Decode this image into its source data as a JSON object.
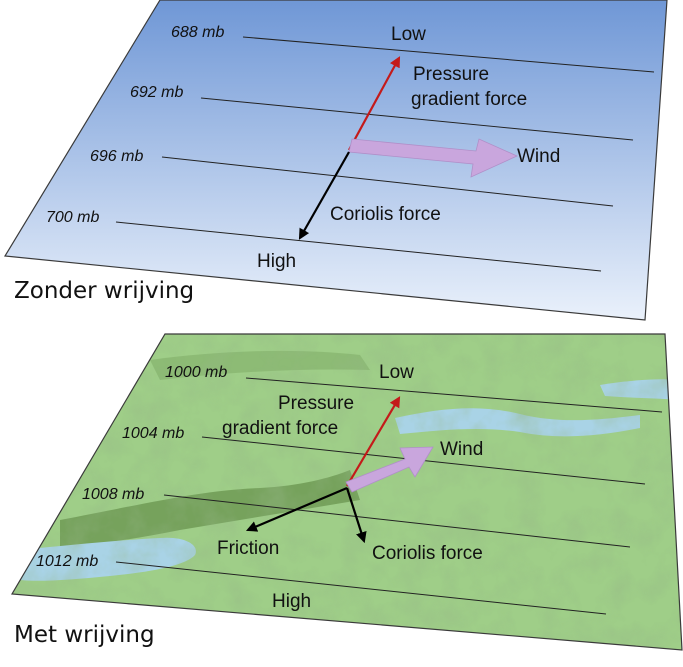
{
  "colors": {
    "sky_plane_top": "#6f97d6",
    "sky_plane_bottom": "#eaf1fb",
    "terrain_base": "#9fce88",
    "terrain_dark": "#4f7a3e",
    "water": "#a9d3e6",
    "pressure_arrow": "#c41a1a",
    "wind_arrow": "#c9a6dd",
    "black_arrow": "#000000"
  },
  "top_panel": {
    "caption": "Zonder wrijving",
    "isobars": [
      "688 mb",
      "692 mb",
      "696 mb",
      "700 mb"
    ],
    "low_label": "Low",
    "high_label": "High",
    "pressure_label_line1": "Pressure",
    "pressure_label_line2": "gradient force",
    "wind_label": "Wind",
    "coriolis_label": "Coriolis force"
  },
  "bottom_panel": {
    "caption": "Met wrijving",
    "isobars": [
      "1000 mb",
      "1004 mb",
      "1008 mb",
      "1012 mb"
    ],
    "low_label": "Low",
    "high_label": "High",
    "pressure_label_line1": "Pressure",
    "pressure_label_line2": "gradient force",
    "wind_label": "Wind",
    "friction_label": "Friction",
    "coriolis_label": "Coriolis force"
  }
}
